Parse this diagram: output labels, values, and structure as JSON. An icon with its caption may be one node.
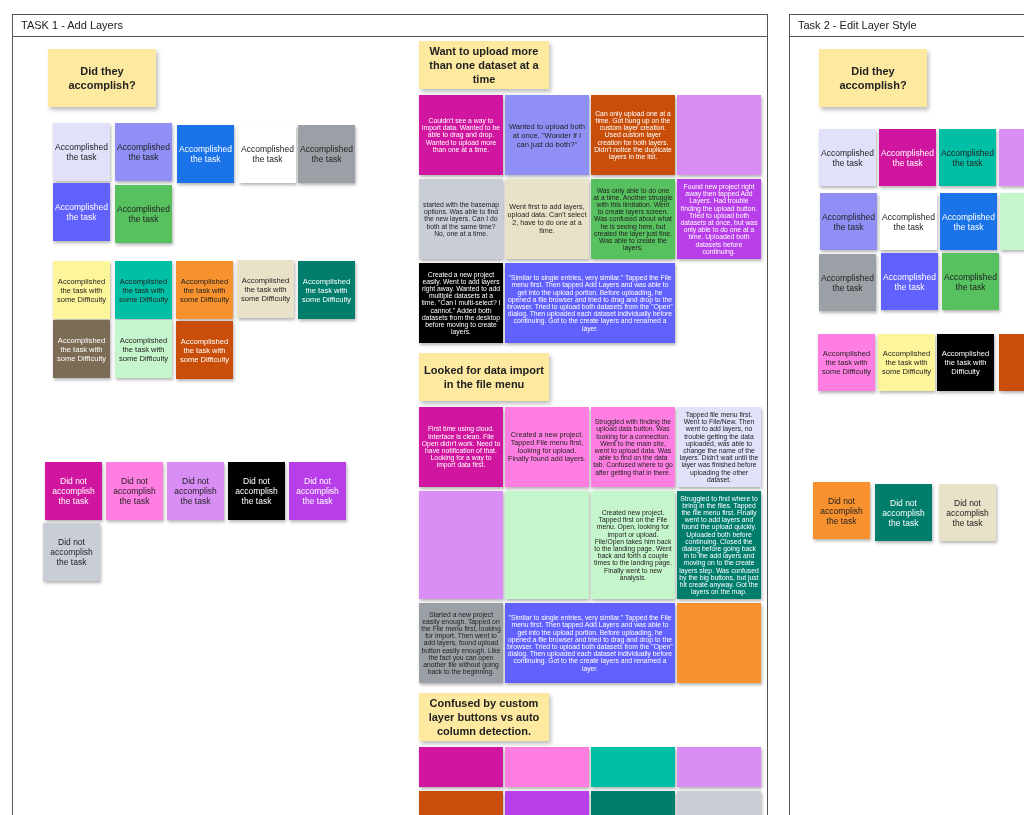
{
  "diagram": {
    "nodes": [
      {
        "text": [
          "TASK 1 - Add Layers"
        ]
      },
      {
        "text": [
          "Did they accomplish?"
        ],
        "in": 0
      },
      {
        "text": [
          "Accomplished the task"
        ],
        "in": 0
      },
      {
        "text": [
          "Accomplished the task"
        ],
        "in": 0
      },
      {
        "text": [
          "Accomplished the task"
        ],
        "in": 0
      },
      {
        "text": [
          "Accomplished the task"
        ],
        "in": 0
      },
      {
        "text": [
          "Accomplished the task"
        ],
        "in": 0
      },
      {
        "text": [
          "Accomplished the task"
        ],
        "in": 0
      },
      {
        "text": [
          "Accomplished the task"
        ],
        "in": 0
      },
      {
        "text": [
          "Accomplished the task with some Difficulty"
        ],
        "in": 0
      },
      {
        "text": [
          "Accomplished the task with some Difficulty"
        ],
        "in": 0
      },
      {
        "text": [
          "Accomplished the task with some Difficulty"
        ],
        "in": 0
      },
      {
        "text": [
          "Accomplished the task with some Difficulty"
        ],
        "in": 0
      },
      {
        "text": [
          "Accomplished the task with some Difficulty"
        ],
        "in": 0
      },
      {
        "text": [
          "Accomplished the task with some Difficulty"
        ],
        "in": 0
      },
      {
        "text": [
          "Accomplished the task with some Difficulty"
        ],
        "in": 0
      },
      {
        "text": [
          "Accomplished the task with some Difficulty"
        ],
        "in": 0
      },
      {
        "text": [
          "Did not accomplish the task"
        ],
        "in": 0
      },
      {
        "text": [
          "Did not accomplish the task"
        ],
        "in": 0
      },
      {
        "text": [
          "Did not accomplish the task"
        ],
        "in": 0
      },
      {
        "text": [
          "Did not accomplish the task"
        ],
        "in": 0
      },
      {
        "text": [
          "Did not accomplish the task"
        ],
        "in": 0
      },
      {
        "text": [
          "Did not accomplish the task"
        ],
        "in": 0
      },
      {
        "text": [
          "Want to upload more than one dataset at a time"
        ],
        "in": 0
      },
      {
        "text": [
          "Couldn't see a way to import data. Wanted to be able to drag and drop. Wanted to upload more than one at a time."
        ],
        "in": 0
      },
      {
        "text": [
          "Wanted to upload both at once. \"Wonder if I can just do both?\""
        ],
        "in": 0
      },
      {
        "text": [
          "Can only upload one at a time. Got hung up on the custom layer creation. Used custom layer creation for both layers. Didn't notice the duplicate layers in the list."
        ],
        "in": 0
      },
      {
        "text": [],
        "shape": "box",
        "in": 0
      },
      {
        "text": [
          "started with the basemap options. Was able to find the new layers. Can I do both at the same time? No, one at a time."
        ],
        "in": 0
      },
      {
        "text": [
          "Went first to add layers, upload data. Can't select 2, have to do one at a time."
        ],
        "in": 0
      },
      {
        "text": [
          "Was only able to do one at a time. Another struggle with this limitation. Went to create layers screen. Was confused about what he is seeing here, but created the layer just fine. Was able to create the layers."
        ],
        "in": 0
      },
      {
        "text": [
          "Found new project right away then tapped Add Layers. Had trouble finding the upload button. Tried to upload both datasets at once, but was only able to do one at a time. Uploaded both datasets before continuing."
        ],
        "in": 0
      },
      {
        "text": [
          "Created a new project easily. Went to add layers right away. Wanted to add multiple datasets at a time. \"Can I multi-select? I cannot.\" Added both datasets from the desktop before moving to create layers."
        ],
        "in": 0
      },
      {
        "text": [
          "\"Similar to single entries, very similar.\" Tapped the File menu first. Then tapped Add Layers and was able to get into the upload portion. Before uploading, he opened a file browser and tried to drag and drop to the browser. Tried to upload both datasets from the \"Open\" dialog. Then uploaded each dataset individually before continuing. Got to the create layers and renamed a layer."
        ],
        "in": 0
      },
      {
        "text": [
          "Looked for data import in the file menu"
        ],
        "in": 0
      },
      {
        "text": [
          "First time using cloud. Interface is clean. File Open didn't work. Need to have notification of that. Looking for a way to import data first."
        ],
        "in": 0
      },
      {
        "text": [
          "Created a new project. Tapped File menu first, looking for upload. Finally found add layers."
        ],
        "in": 0
      },
      {
        "text": [
          "Struggled with finding the upload data button. Was looking for a connection. Went to the main site, went to upload data. Was able to find on the data tab. Confused where to go after getting that in there."
        ],
        "in": 0
      },
      {
        "text": [
          "Tapped file menu first. Went to File/New. Then went to add layers, no trouble getting the data uploaded, was able to change the name of the layers. Didn't wait until the layer was finished before uploading the other dataset."
        ],
        "in": 0
      },
      {
        "text": [],
        "shape": "box",
        "in": 0
      },
      {
        "text": [],
        "shape": "box",
        "in": 0
      },
      {
        "text": [
          "Created new project. Tapped first on the File menu. Open, looking for import or upload. File/Open takes him back to the landing page. Went back and forth a couple times to the landing page. Finally went to new analysis."
        ],
        "in": 0
      },
      {
        "text": [
          "Struggled to find where to bring in the files. Tapped the file menu first. Finally went to add layers and found the upload quickly. Uploaded both before continuing. Closed the dialog before going back in to the add layers and moving on to the create layers step. Was confused by the big buttons, but just hit create anyway. Got the layers on the map."
        ],
        "in": 0
      },
      {
        "text": [
          "Started a new project easily enough. Tapped on the File menu first, looking for import. Then went to add layers, found upload button easily enough. Like the fact you can open another file without going back to the beginning."
        ],
        "in": 0
      },
      {
        "text": [
          "\"Similar to single entries, very similar.\" Tapped the File menu first. Then tapped Add Layers and was able to get into the upload portion. Before uploading, he opened a file browser and tried to drag and drop to the browser. Tried to upload both datasets from the \"Open\" dialog. Then uploaded each dataset individually before continuing. Got to the create layers and renamed a layer."
        ],
        "in": 0
      },
      {
        "text": [],
        "shape": "box",
        "in": 0
      },
      {
        "text": [
          "Confused by custom layer buttons vs auto column detection."
        ],
        "in": 0
      },
      {
        "text": [],
        "shape": "box",
        "in": 0
      },
      {
        "text": [],
        "shape": "box",
        "in": 0
      },
      {
        "text": [],
        "shape": "box",
        "in": 0
      },
      {
        "text": [],
        "shape": "box",
        "in": 0
      },
      {
        "text": [],
        "shape": "box",
        "in": 0
      },
      {
        "text": [],
        "shape": "box",
        "in": 0
      },
      {
        "text": [],
        "shape": "box",
        "in": 0
      },
      {
        "text": [],
        "shape": "box",
        "in": 0
      },
      {
        "text": [
          "Task 2 - Edit Layer Style"
        ]
      },
      {
        "text": [
          "Did they accomplish?"
        ],
        "in": 55
      },
      {
        "text": [
          "Accomplished the task"
        ],
        "in": 55
      },
      {
        "text": [
          "Accomplished the task"
        ],
        "in": 55
      },
      {
        "text": [
          "Accomplished the task"
        ],
        "in": 55
      },
      {
        "text": [],
        "shape": "box",
        "in": 55
      },
      {
        "text": [
          "Accomplished the task"
        ],
        "in": 55
      },
      {
        "text": [
          "Accomplished the task"
        ],
        "in": 55
      },
      {
        "text": [
          "Accomplished the task"
        ],
        "in": 55
      },
      {
        "text": [],
        "shape": "box",
        "in": 55
      },
      {
        "text": [
          "Accomplished the task"
        ],
        "in": 55
      },
      {
        "text": [
          "Accomplished the task"
        ],
        "in": 55
      },
      {
        "text": [
          "Accomplished the task"
        ],
        "in": 55
      },
      {
        "text": [
          "Accomplished the task with some Difficulty"
        ],
        "in": 55
      },
      {
        "text": [
          "Accomplished the task with some Difficulty"
        ],
        "in": 55
      },
      {
        "text": [
          "Accomplished the task with Difficulty"
        ],
        "in": 55
      },
      {
        "text": [],
        "shape": "box",
        "in": 55
      },
      {
        "text": [
          "Did not accomplish the task"
        ],
        "in": 55
      },
      {
        "text": [
          "Did not accomplish the task"
        ],
        "in": 55
      },
      {
        "text": [
          "Did not accomplish the task"
        ],
        "in": 55
      }
    ]
  }
}
